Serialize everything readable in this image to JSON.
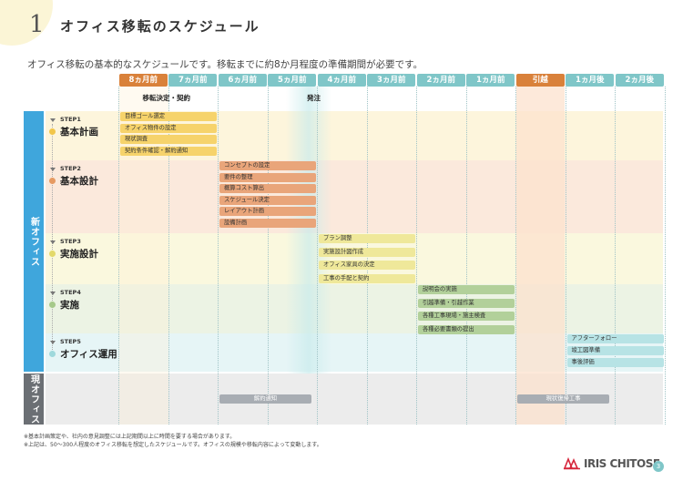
{
  "header": {
    "number": "1",
    "title": "オフィス移転のスケジュール",
    "subtitle": "オフィス移転の基本的なスケジュールです。移転までに約8か月程度の準備期間が必要です。"
  },
  "columns": [
    {
      "label": "8ヵ月前",
      "color": "#d9813a"
    },
    {
      "label": "7ヵ月前",
      "color": "#7fc6c8"
    },
    {
      "label": "6ヵ月前",
      "color": "#7fc6c8"
    },
    {
      "label": "5ヵ月前",
      "color": "#7fc6c8"
    },
    {
      "label": "4ヵ月前",
      "color": "#7fc6c8"
    },
    {
      "label": "3ヵ月前",
      "color": "#7fc6c8"
    },
    {
      "label": "2ヵ月前",
      "color": "#7fc6c8"
    },
    {
      "label": "1ヵ月前",
      "color": "#7fc6c8"
    },
    {
      "label": "引越",
      "color": "#d9813a"
    },
    {
      "label": "1ヵ月後",
      "color": "#7fc6c8"
    },
    {
      "label": "2ヵ月後",
      "color": "#7fc6c8"
    }
  ],
  "milestones": [
    {
      "label": "移転決定・契約"
    },
    {
      "label": "発注"
    }
  ],
  "sidebar": {
    "new_office": "新オフィス",
    "current_office": "現オフィス"
  },
  "steps": [
    {
      "num": "STEP1",
      "name": "基本計画",
      "dot_color": "#f2c64a",
      "bg": "#fdf5dc",
      "task_color": "#f6d36b",
      "tasks": [
        "目標ゴール選定",
        "オフィス物件の設定",
        "現状調査",
        "契約条件確認・解約通知"
      ]
    },
    {
      "num": "STEP2",
      "name": "基本設計",
      "dot_color": "#e69a62",
      "bg": "#fbe9dc",
      "task_color": "#e9a57a",
      "tasks": [
        "コンセプトの設定",
        "要件の整理",
        "概算コスト算出",
        "スケジュール決定",
        "レイアウト計画",
        "設備計画"
      ]
    },
    {
      "num": "STEP3",
      "name": "実施設計",
      "dot_color": "#e3d96b",
      "bg": "#faf8de",
      "task_color": "#efe89a",
      "tasks": [
        "プラン調整",
        "実施設計図作成",
        "オフィス家具の決定",
        "工事の手配と契約"
      ]
    },
    {
      "num": "STEP4",
      "name": "実施",
      "dot_color": "#a6c98a",
      "bg": "#ecf3e4",
      "task_color": "#b2d09a",
      "tasks": [
        "説明会の実施",
        "引越準備・引越作業",
        "各種工事現場・施主検査",
        "各種必要書類の提出"
      ]
    },
    {
      "num": "STEP5",
      "name": "オフィス運用",
      "dot_color": "#9fd9dc",
      "bg": "#e6f5f6",
      "task_color": "#b7e3e5",
      "tasks": [
        "アフターフォロー",
        "竣工図準備",
        "事後評価"
      ]
    }
  ],
  "current_office": {
    "tasks": [
      "解約通知",
      "現状復帰工事"
    ]
  },
  "footnotes": [
    "※基本計画策定や、社内の意見調整には上記期間以上に時間を要する場合があります。",
    "※上記は、50〜300人程度のオフィス移転を想定したスケジュールです。オフィスの規模や移転内容によって変動します。"
  ],
  "brand": {
    "logo_text": "IRIS CHITOSE",
    "page": "3"
  },
  "colors": {
    "accent_orange": "#d9813a",
    "accent_teal": "#7fc6c8",
    "sidebar_blue": "#3fa6dc",
    "sidebar_gray": "#6b6f74"
  }
}
